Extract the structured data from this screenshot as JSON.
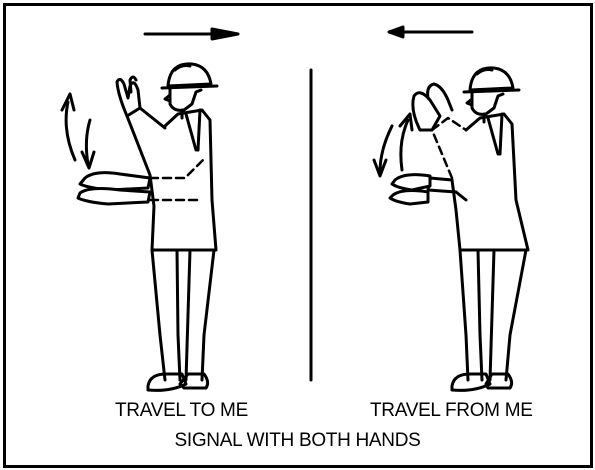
{
  "signals": [
    {
      "label": "TRAVEL TO ME",
      "arrow": "right"
    },
    {
      "label": "TRAVEL FROM ME",
      "arrow": "left"
    }
  ],
  "caption": "SIGNAL WITH BOTH HANDS",
  "colors": {
    "ink": "#000000",
    "paper": "#ffffff"
  }
}
